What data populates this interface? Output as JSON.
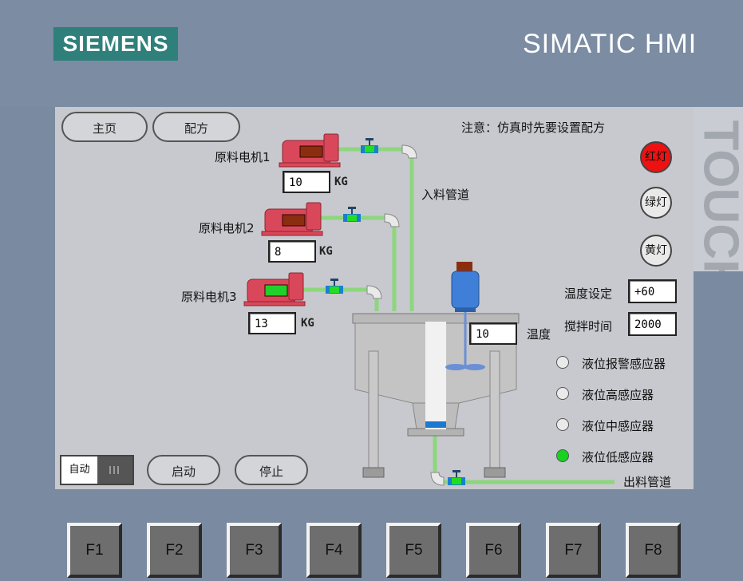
{
  "header": {
    "logo": "SIEMENS",
    "brand": "SIMATIC HMI",
    "side_label": "TOUCH"
  },
  "nav": {
    "home": "主页",
    "recipe": "配方"
  },
  "notice": "注意：仿真时先要设置配方",
  "motors": [
    {
      "label": "原料电机1",
      "value": "10",
      "unit": "KG",
      "indicator_color": "#8b2e10"
    },
    {
      "label": "原料电机2",
      "value": "8",
      "unit": "KG",
      "indicator_color": "#8b2e10"
    },
    {
      "label": "原料电机3",
      "value": "13",
      "unit": "KG",
      "indicator_color": "#1fd12a"
    }
  ],
  "pipes": {
    "inlet": "入料管道",
    "outlet": "出料管道"
  },
  "tank": {
    "temperature_value": "10",
    "temperature_label": "温度"
  },
  "settings": {
    "temp_label": "温度设定",
    "temp_value": "+60",
    "stir_label": "搅拌时间",
    "stir_value": "2000"
  },
  "lamps": [
    {
      "label": "红灯",
      "on": true,
      "color": "#ee1111"
    },
    {
      "label": "绿灯",
      "on": false,
      "color": "#e9e9ea"
    },
    {
      "label": "黄灯",
      "on": false,
      "color": "#e9e9ea"
    }
  ],
  "sensors": [
    {
      "label": "液位报警感应器",
      "on": false
    },
    {
      "label": "液位高感应器",
      "on": false
    },
    {
      "label": "液位中感应器",
      "on": false
    },
    {
      "label": "液位低感应器",
      "on": true
    }
  ],
  "controls": {
    "mode": "自动",
    "start": "启动",
    "stop": "停止"
  },
  "fkeys": [
    "F1",
    "F2",
    "F3",
    "F4",
    "F5",
    "F6",
    "F7",
    "F8"
  ],
  "colors": {
    "pipe": "#8ed67e",
    "led_on": "#19d21f",
    "logo_bg": "#2f7f7b",
    "motor": "#d9485a"
  }
}
